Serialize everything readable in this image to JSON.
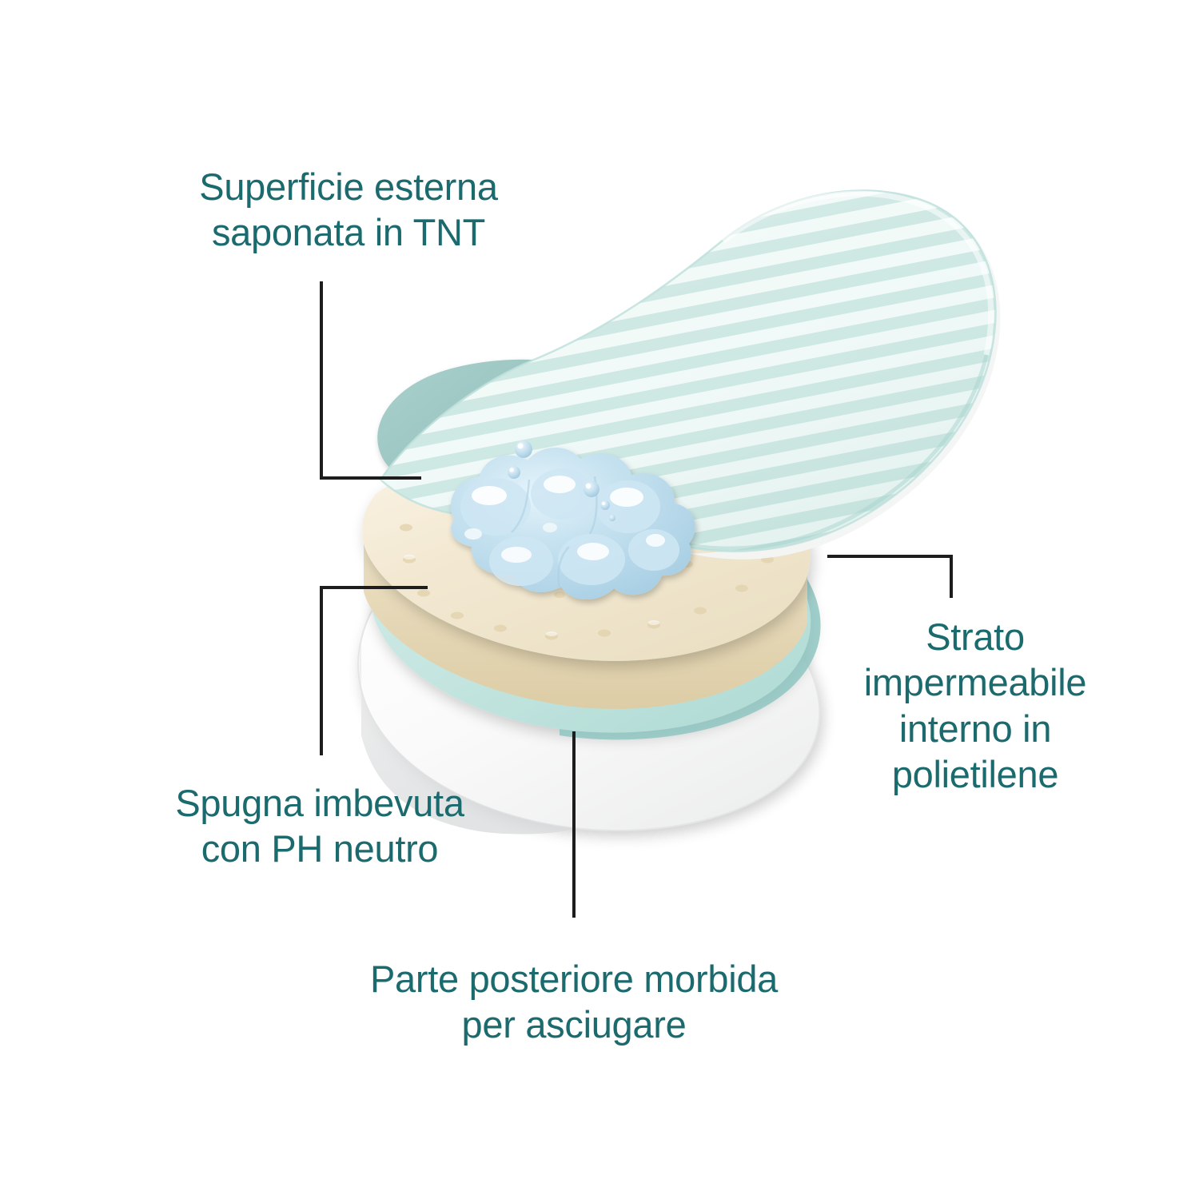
{
  "image": {
    "title": "Schema strati guanto detergente monouso",
    "background_color": "#ffffff",
    "language": "it"
  },
  "palette": {
    "text_teal": "#1b6a6e",
    "leader_line": "#1d1d1d",
    "stripe_light": "#eef8f6",
    "stripe_mint": "#cce7e2",
    "tnt_edge": "#bfe0dc",
    "flap_underside": "#9dc7c3",
    "sponge_cream": "#f2e8d2",
    "sponge_cream_dark": "#e6d7b6",
    "poly_mint": "#c7e6e2",
    "poly_mint_edge": "#8fc6c1",
    "backing_white": "#fbfbfb",
    "backing_shadow": "#e2e3e3",
    "bubble_blue": "#bcdcec",
    "bubble_highlight": "#ffffff"
  },
  "labels": [
    {
      "id": "surface-tnt",
      "text": "Superficie esterna\nsaponata in TNT",
      "position": "top-left",
      "align": "center",
      "leader": "L-shape down then right"
    },
    {
      "id": "sponge-ph",
      "text": "Spugna imbevuta\ncon PH neutro",
      "position": "middle-left",
      "align": "center",
      "leader": "L-shape right then down"
    },
    {
      "id": "waterproof-layer",
      "text": "Strato\nimpermeabile\ninterno in\npolietilene",
      "position": "right",
      "align": "center",
      "leader": "L-shape left then down"
    },
    {
      "id": "soft-back",
      "text": "Parte posteriore morbida\nper asciugare",
      "position": "bottom-center",
      "align": "center",
      "leader": "vertical line"
    }
  ],
  "layers": [
    {
      "name": "Superficie esterna saponata in TNT",
      "color": "#cce7e2",
      "pattern": "stripes"
    },
    {
      "name": "Spugna imbevuta con PH neutro",
      "color": "#f2e8d2",
      "pattern": "perforated foam"
    },
    {
      "name": "Strato impermeabile interno in polietilene",
      "color": "#c7e6e2",
      "pattern": "solid sheet"
    },
    {
      "name": "Parte posteriore morbida per asciugare",
      "color": "#fbfbfb",
      "pattern": "solid soft"
    }
  ],
  "foam": {
    "name": "bolle di sapone",
    "color": "#bcdcec"
  }
}
